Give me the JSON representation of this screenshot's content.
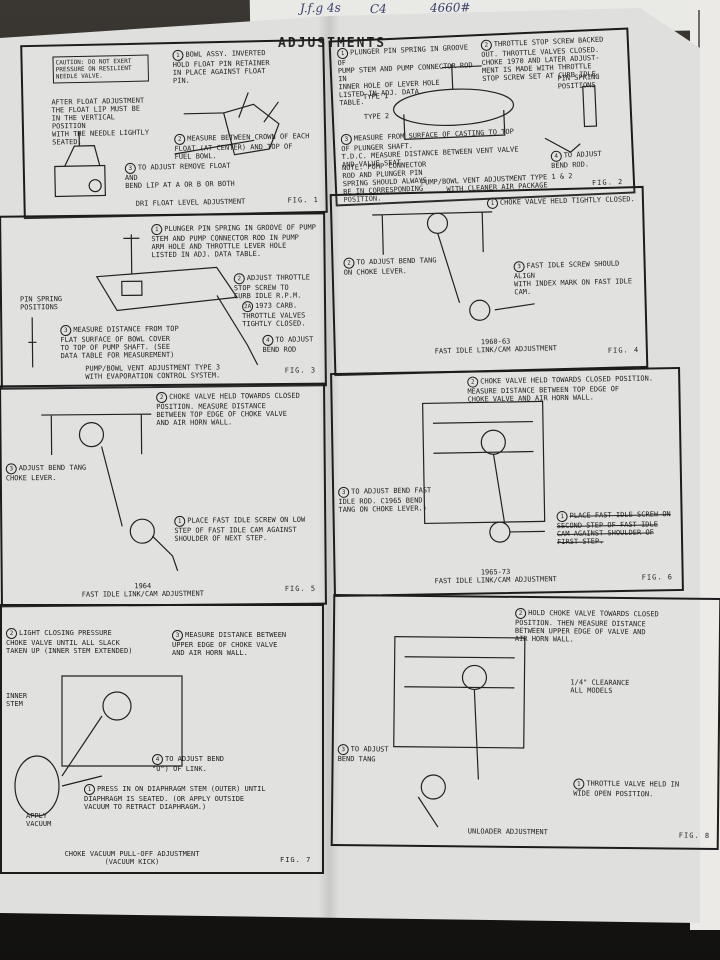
{
  "page": {
    "heading": "ADJUSTMENTS"
  },
  "desk": {
    "scrawl_left": "J.f.g 4s",
    "scrawl_mid": "C4",
    "scrawl_right": "4660#"
  },
  "fig1": {
    "caution": "CAUTION: DO NOT EXERT\nPRESSURE ON RESILIENT\nNEEDLE VALVE.",
    "intro": "AFTER FLOAT ADJUSTMENT\nTHE FLOAT LIP MUST BE\nIN THE VERTICAL POSITION\nWITH THE NEEDLE LIGHTLY\nSEATED.",
    "step1": "BOWL ASSY. INVERTED\nHOLD FLOAT PIN RETAINER\nIN PLACE AGAINST FLOAT\nPIN.",
    "step2": "MEASURE BETWEEN CROWN OF EACH\nFLOAT (AT CENTER) AND TOP OF\nFUEL BOWL.",
    "step3": "TO ADJUST REMOVE FLOAT AND\nBEND LIP AT A OR B OR BOTH",
    "caption": "DRI FLOAT LEVEL ADJUSTMENT",
    "label": "FIG. 1"
  },
  "fig2": {
    "step1": "PLUNGER PIN SPRING IN GROOVE OF\nPUMP STEM AND PUMP CONNECTOR ROD IN\nINNER HOLE OF LEVER HOLE\nLISTED IN ADJ. DATA\nTABLE.",
    "step2": "THROTTLE STOP SCREW BACKED\nOUT. THROTTLE VALVES CLOSED.\nCHOKE 1970 AND LATER ADJUST-\nMENT IS MADE WITH THROTTLE\nSTOP SCREW SET AT CURB IDLE.",
    "type1": "TYPE 1",
    "type2": "TYPE 2",
    "pin_label": "PIN SPRING\nPOSITIONS",
    "step3": "MEASURE FROM SURFACE OF CASTING TO TOP\nOF PLUNGER SHAFT.\nT.D.C. MEASURE DISTANCE BETWEEN VENT VALVE\nAND VALVE SEAT.",
    "note": "NOTE: PUMP CONNECTOR\nROD AND PLUNGER PIN\nSPRING SHOULD ALWAYS\nBE IN CORRESPONDING\nPOSITION.",
    "step4": "TO ADJUST\nBEND ROD.",
    "caption": "PUMP/BOWL VENT ADJUSTMENT TYPE 1 & 2\nWITH CLEANER AIR PACKAGE",
    "label": "FIG. 2"
  },
  "fig3": {
    "step1": "PLUNGER PIN SPRING IN GROOVE OF PUMP\nSTEM AND PUMP CONNECTOR ROD IN PUMP\nARM HOLE AND THROTTLE LEVER HOLE\nLISTED IN ADJ. DATA TABLE.",
    "pin_label": "PIN SPRING\nPOSITIONS",
    "step2": "ADJUST THROTTLE\nSTOP SCREW TO\nCURB IDLE R.P.M.",
    "step2a": "1973 CARB.\nTHROTTLE VALVES\nTIGHTLY CLOSED.",
    "step3": "MEASURE DISTANCE FROM TOP\nFLAT SURFACE OF BOWL COVER\nTO TOP OF PUMP SHAFT. (SEE\nDATA TABLE FOR MEASUREMENT)",
    "step4": "TO ADJUST\nBEND ROD",
    "caption": "PUMP/BOWL VENT ADJUSTMENT TYPE 3\nWITH EVAPORATION CONTROL SYSTEM.",
    "label": "FIG. 3"
  },
  "fig4": {
    "step1": "CHOKE VALVE HELD TIGHTLY CLOSED.",
    "step2": "TO ADJUST BEND TANG\nON CHOKE LEVER.",
    "step3": "FAST IDLE SCREW SHOULD ALIGN\nWITH INDEX MARK ON FAST IDLE\nCAM.",
    "caption": "1960-63\nFAST IDLE LINK/CAM ADJUSTMENT",
    "label": "FIG. 4"
  },
  "fig5": {
    "step2": "CHOKE VALVE HELD TOWARDS CLOSED\nPOSITION. MEASURE DISTANCE\nBETWEEN TOP EDGE OF CHOKE VALVE\nAND AIR HORN WALL.",
    "step3": "ADJUST BEND TANG\nCHOKE LEVER.",
    "step1": "PLACE FAST IDLE SCREW ON LOW\nSTEP OF FAST IDLE CAM AGAINST\nSHOULDER OF NEXT STEP.",
    "caption": "1964\nFAST IDLE LINK/CAM ADJUSTMENT",
    "label": "FIG. 5"
  },
  "fig6": {
    "step2": "CHOKE VALVE HELD TOWARDS CLOSED POSITION.\nMEASURE DISTANCE BETWEEN TOP EDGE OF\nCHOKE VALVE AND AIR HORN WALL.",
    "step3": "TO ADJUST BEND FAST\nIDLE ROD. C1965 BEND\nTANG ON CHOKE LEVER.)",
    "step1": "PLACE FAST IDLE SCREW ON\nSECOND STEP OF FAST IDLE\nCAM AGAINST SHOULDER OF\nFIRST STEP.",
    "caption": "1965-73\nFAST IDLE LINK/CAM ADJUSTMENT",
    "label": "FIG. 6"
  },
  "fig7": {
    "step2": "LIGHT CLOSING PRESSURE\nCHOKE VALVE UNTIL ALL SLACK\nTAKEN UP (INNER STEM EXTENDED)",
    "step3": "MEASURE DISTANCE BETWEEN\nUPPER EDGE OF CHOKE VALVE\nAND AIR HORN WALL.",
    "inner": "INNER\nSTEM",
    "step4": "TO ADJUST BEND\n\"U\") OF LINK.",
    "step1": "PRESS IN ON DIAPHRAGM STEM (OUTER) UNTIL\nDIAPHRAGM IS SEATED. (OR APPLY OUTSIDE\nVACUUM TO RETRACT DIAPHRAGM.)",
    "apply": "APPLY\nVACUUM",
    "caption": "CHOKE VACUUM PULL-OFF ADJUSTMENT\n(VACUUM KICK)",
    "label": "FIG. 7"
  },
  "fig8": {
    "step2": "HOLD CHOKE VALVE TOWARDS CLOSED\nPOSITION. THEN MEASURE DISTANCE\nBETWEEN UPPER EDGE OF VALVE AND\nAIR HORN WALL.",
    "clearance": "1/4\" CLEARANCE\nALL MODELS",
    "step3": "TO ADJUST\nBEND TANG",
    "step1": "THROTTLE VALVE HELD IN\nWIDE OPEN POSITION.",
    "caption": "UNLOADER ADJUSTMENT",
    "label": "FIG. 8"
  }
}
